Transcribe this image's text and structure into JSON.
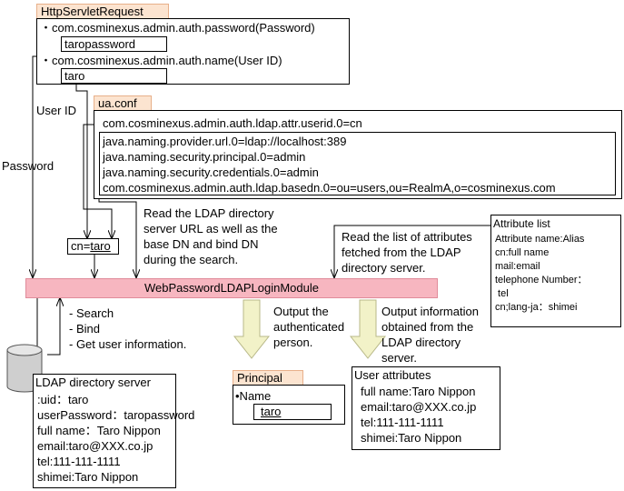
{
  "http_request": {
    "title": "HttpServletRequest",
    "password_param": "・com.cosminexus.admin.auth.password(Password)",
    "password_value": "taropassword",
    "name_param": "・com.cosminexus.admin.auth.name(User ID)",
    "name_value": "taro"
  },
  "labels": {
    "user_id": "User ID",
    "password": "Password"
  },
  "ua_conf": {
    "title": "ua.conf",
    "userid_line": "com.cosminexus.admin.auth.ldap.attr.userid.0=cn",
    "inner_lines": [
      "java.naming.provider.url.0=ldap://localhost:389",
      "java.naming.security.principal.0=admin",
      "java.naming.security.credentials.0=admin",
      "com.cosminexus.admin.auth.ldap.basedn.0=ou=users,ou=RealmA,o=cosminexus.com"
    ]
  },
  "cn_box": {
    "prefix": "cn=",
    "value": "taro"
  },
  "notes": {
    "read_server": [
      "Read the LDAP directory",
      "server URL as well as the",
      "base DN and bind DN",
      "during the search."
    ],
    "read_attrs": [
      "Read the list of attributes",
      "fetched from the LDAP",
      "directory server."
    ],
    "search_ops": [
      "- Search",
      "- Bind",
      "- Get user information."
    ],
    "output_person": [
      "Output the",
      "authenticated",
      "person."
    ],
    "output_info": [
      "Output information",
      "obtained from the",
      "LDAP directory",
      "server."
    ]
  },
  "attribute_list": {
    "title": "Attribute list",
    "lines": [
      "Attribute name:Alias",
      "cn:full name",
      "mail:email",
      "telephone Number：",
      " tel",
      "cn;lang-ja：shimei"
    ]
  },
  "module": {
    "label": "WebPasswordLDAPLoginModule"
  },
  "ldap_server": {
    "title": "LDAP directory server",
    "lines": [
      ":uid：taro",
      "userPassword：taropassword",
      "full name：Taro Nippon",
      "email:taro@XXX.co.jp",
      "tel:111-111-1111",
      "shimei:Taro Nippon"
    ]
  },
  "principal": {
    "title": "Principal",
    "name_label": "•Name",
    "name_value": "taro"
  },
  "user_attributes": {
    "title": "User attributes",
    "lines": [
      "full name:Taro Nippon",
      "email:taro@XXX.co.jp",
      "tel:111-111-1111",
      "shimei:Taro Nippon"
    ]
  },
  "colors": {
    "module_fill": "#f7b6c0",
    "tag_fill": "#fce4d0",
    "arrow_fill": "#f2f2c8"
  }
}
